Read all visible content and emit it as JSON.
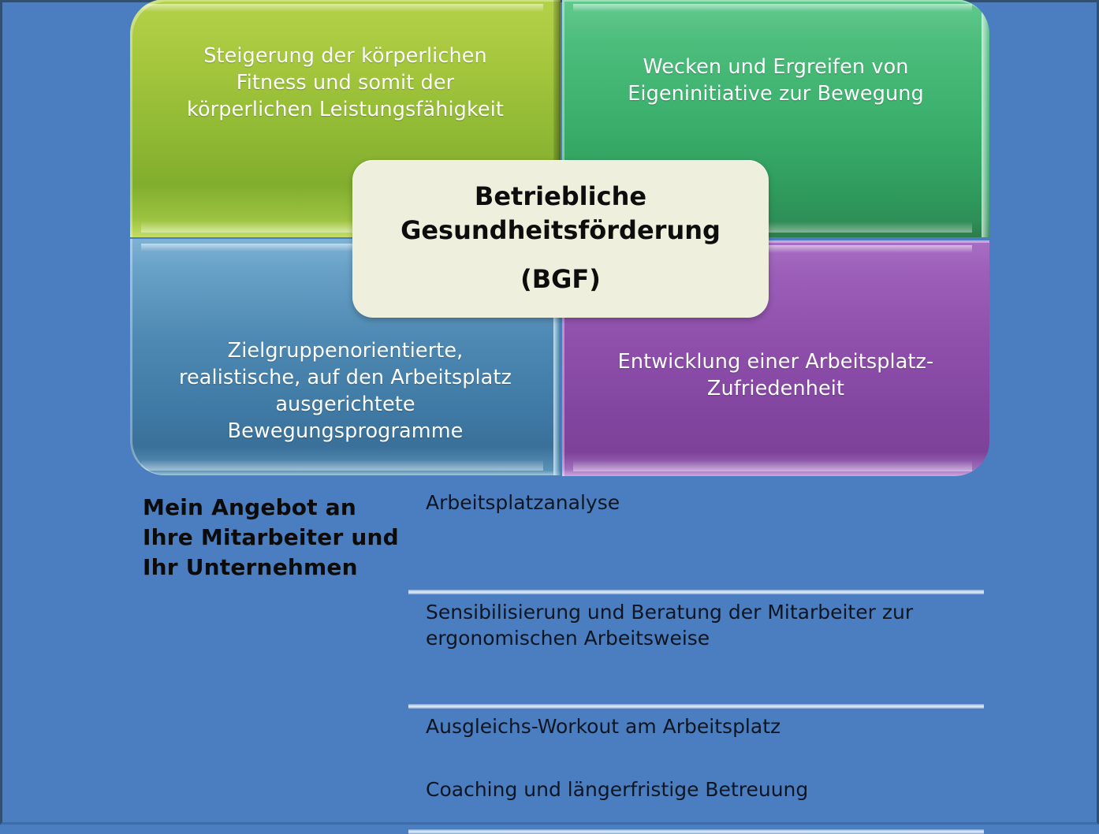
{
  "slide": {
    "background_color": "#4a7ec0",
    "border_color": "#2f4f73"
  },
  "matrix": {
    "quadrants": [
      {
        "id": "fitness",
        "position": "top-left",
        "color": "#93bb35",
        "text": "Steigerung der körperlichen Fitness und somit der körperlichen Leistungsfähigkeit"
      },
      {
        "id": "eigeninitiative",
        "position": "top-right",
        "color": "#3bb06c",
        "text": "Wecken und Ergreifen von Eigeninitiative zur Bewegung"
      },
      {
        "id": "bewegungsprogramme",
        "position": "bottom-left",
        "color": "#4e89b3",
        "text": "Zielgruppenorientierte, realistische, auf den Arbeitsplatz ausgerichtete Bewegungsprogramme"
      },
      {
        "id": "zufriedenheit",
        "position": "bottom-right",
        "color": "#8e4fab",
        "text": "Entwicklung einer Arbeitsplatz-Zufriedenheit"
      }
    ]
  },
  "hub": {
    "background_color": "#eef0dd",
    "title_line1": "Betriebliche",
    "title_line2": "Gesundheitsförderung",
    "abbreviation": "(BGF)"
  },
  "offer": {
    "heading": "Mein Angebot an Ihre Mitarbeiter und Ihr Unternehmen",
    "items": [
      {
        "text": "Arbeitsplatzanalyse"
      },
      {
        "text": "Sensibilisierung und Beratung der Mitarbeiter zur ergonomischen Arbeitsweise"
      },
      {
        "text": "Ausgleichs-Workout am Arbeitsplatz"
      },
      {
        "text": "Coaching und längerfristige Betreuung"
      }
    ]
  }
}
